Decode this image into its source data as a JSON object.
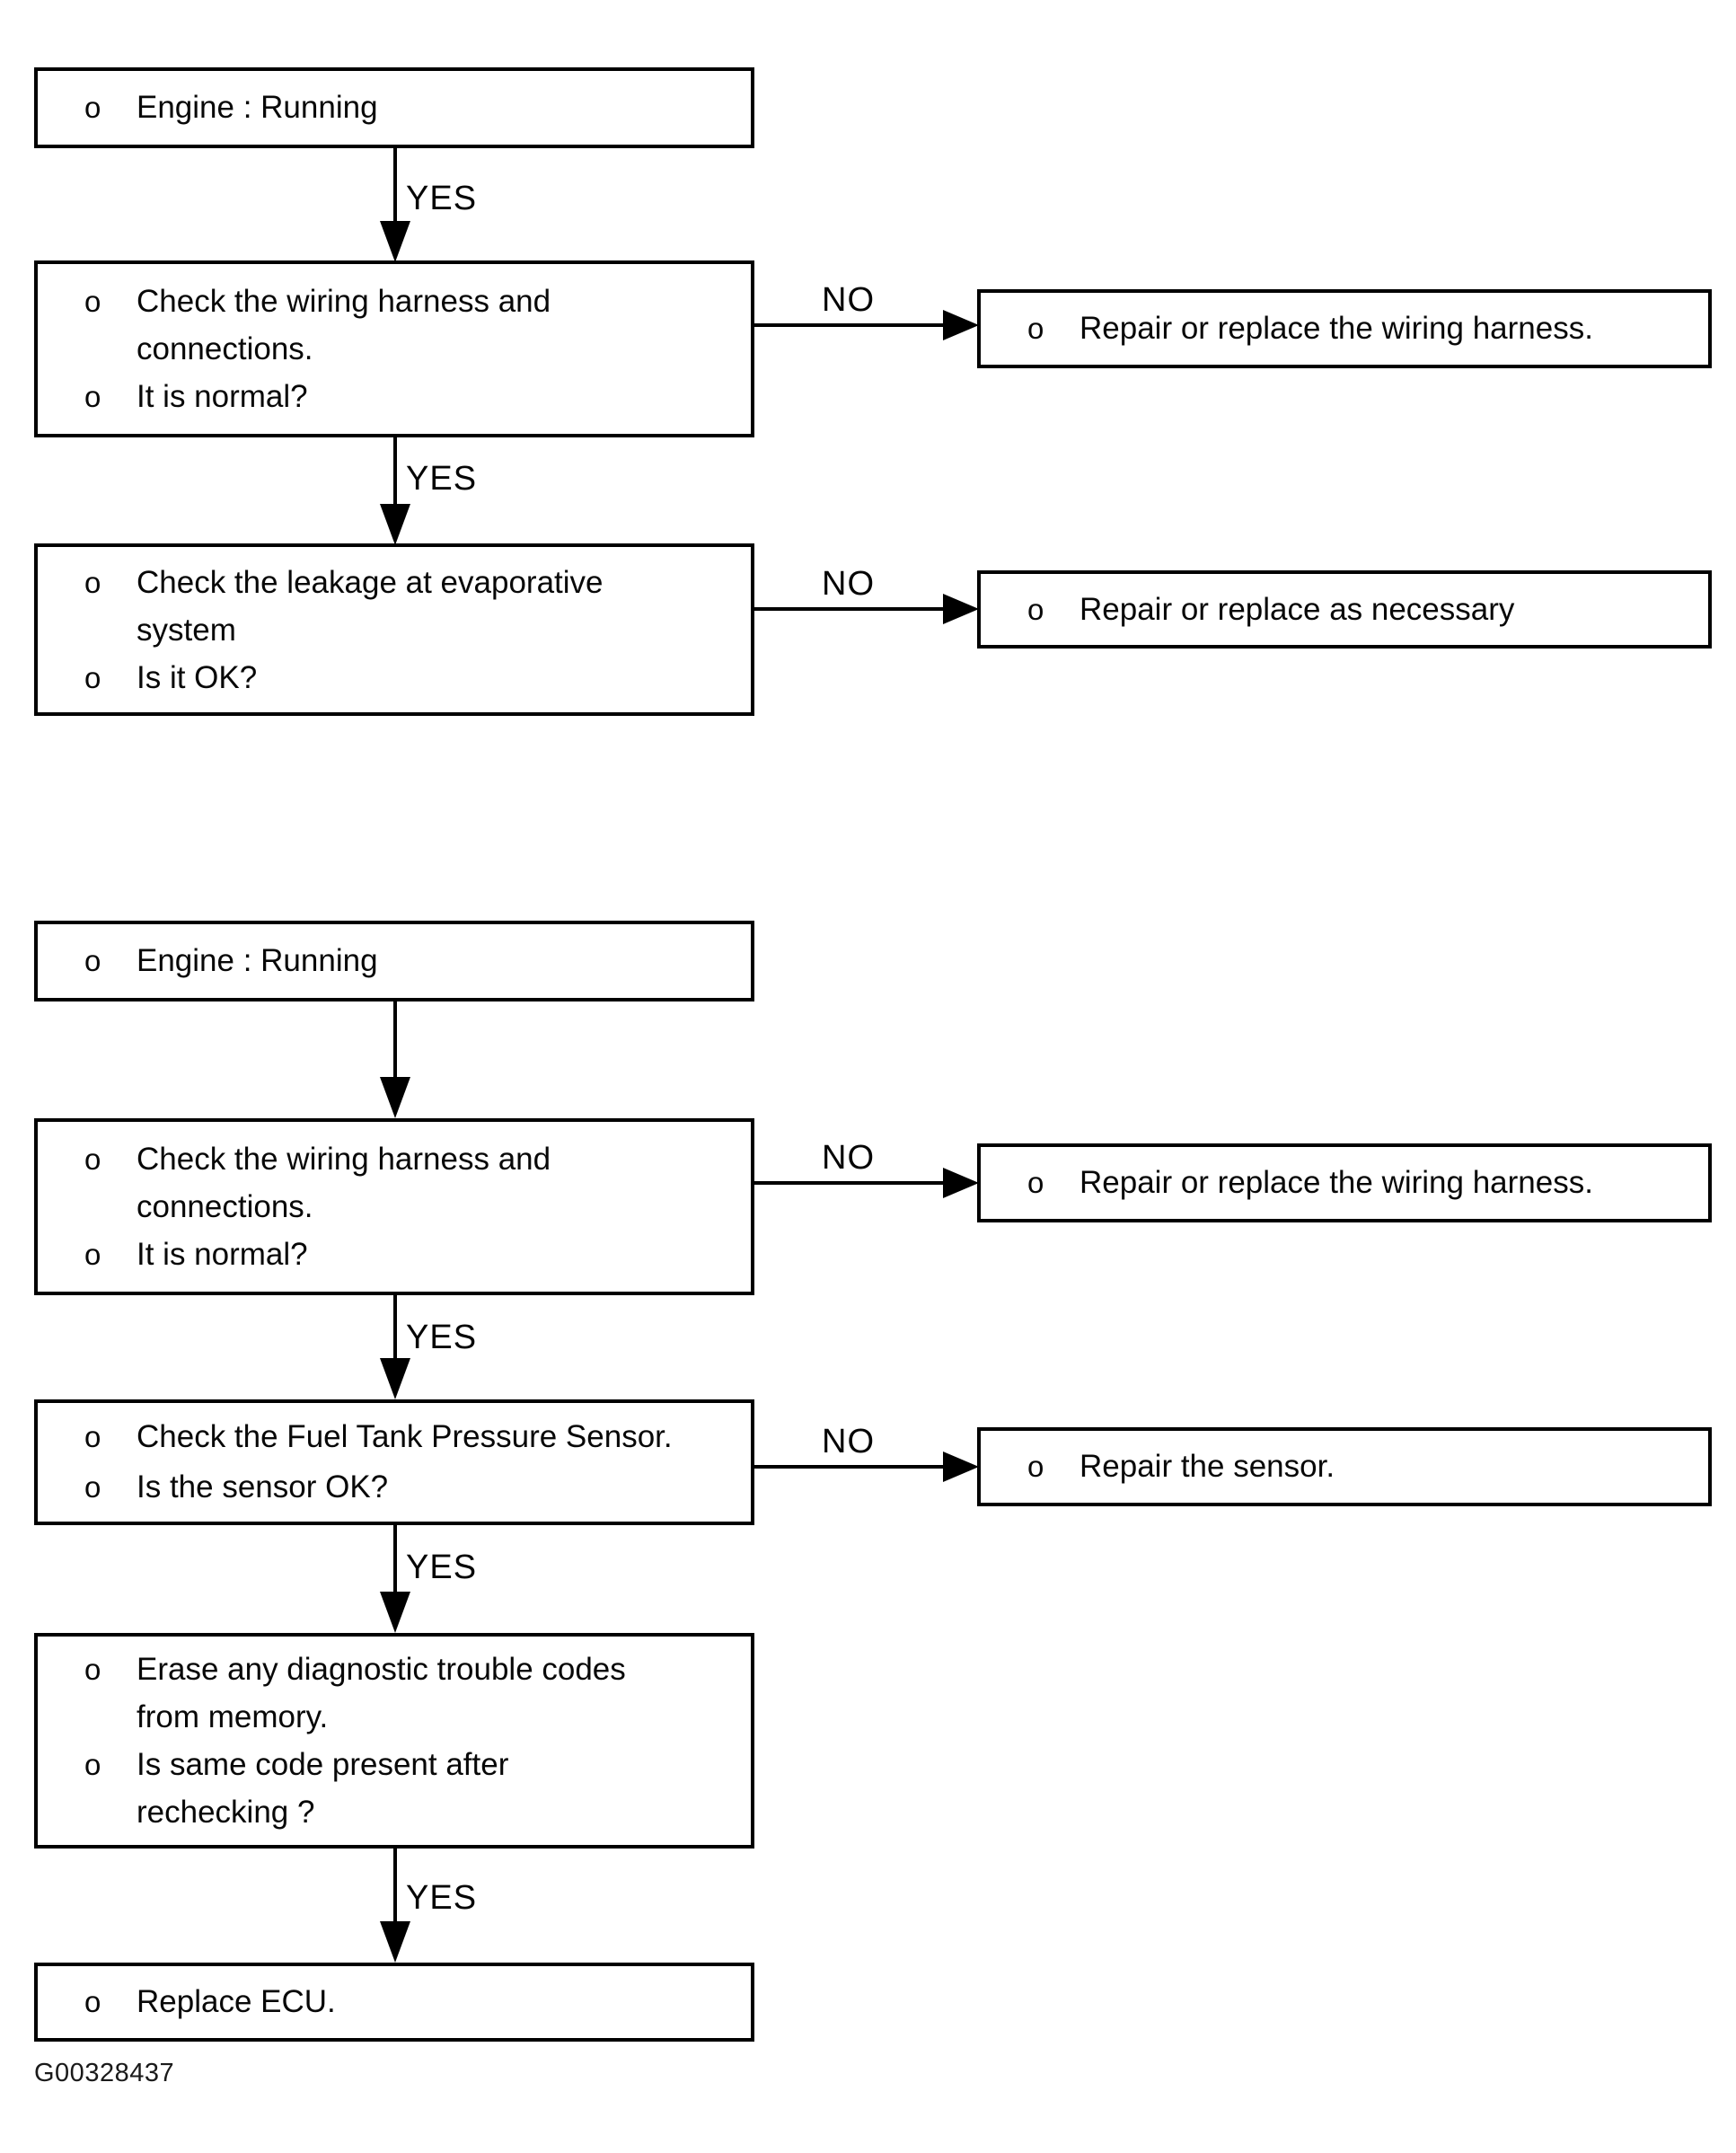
{
  "diagram": {
    "caption": "G00328437",
    "labels": {
      "yes": "YES",
      "no": "NO"
    },
    "flow1": {
      "step_engine": {
        "lines": [
          {
            "bullet": "o",
            "text": "Engine : Running"
          }
        ]
      },
      "step_harness": {
        "lines": [
          {
            "bullet": "o",
            "text": "Check the wiring harness and"
          },
          {
            "text": "connections."
          },
          {
            "bullet": "o",
            "text": "It is normal?"
          }
        ]
      },
      "step_leakage": {
        "lines": [
          {
            "bullet": "o",
            "text": "Check the leakage at evaporative"
          },
          {
            "text": "system"
          },
          {
            "bullet": "o",
            "text": "Is it OK?"
          }
        ]
      },
      "result_harness": {
        "lines": [
          {
            "bullet": "o",
            "text": "Repair or replace the wiring harness."
          }
        ]
      },
      "result_necessary": {
        "lines": [
          {
            "bullet": "o",
            "text": "Repair or replace as necessary"
          }
        ]
      }
    },
    "flow2": {
      "step_engine": {
        "lines": [
          {
            "bullet": "o",
            "text": "Engine : Running"
          }
        ]
      },
      "step_harness": {
        "lines": [
          {
            "bullet": "o",
            "text": "Check the wiring harness and"
          },
          {
            "text": "connections."
          },
          {
            "bullet": "o",
            "text": "It is normal?"
          }
        ]
      },
      "step_sensor": {
        "lines": [
          {
            "bullet": "o",
            "text": "Check the Fuel Tank Pressure Sensor."
          },
          {
            "bullet": "o",
            "text": "Is the sensor OK?"
          }
        ]
      },
      "step_erase": {
        "lines": [
          {
            "bullet": "o",
            "text": "Erase any diagnostic trouble codes"
          },
          {
            "text": "from memory."
          },
          {
            "bullet": "o",
            "text": "Is same code present after"
          },
          {
            "text": "rechecking ?"
          }
        ]
      },
      "step_ecu": {
        "lines": [
          {
            "bullet": "o",
            "text": "Replace ECU."
          }
        ]
      },
      "result_harness": {
        "lines": [
          {
            "bullet": "o",
            "text": "Repair or replace the wiring harness."
          }
        ]
      },
      "result_sensor": {
        "lines": [
          {
            "bullet": "o",
            "text": "Repair the sensor."
          }
        ]
      }
    }
  }
}
